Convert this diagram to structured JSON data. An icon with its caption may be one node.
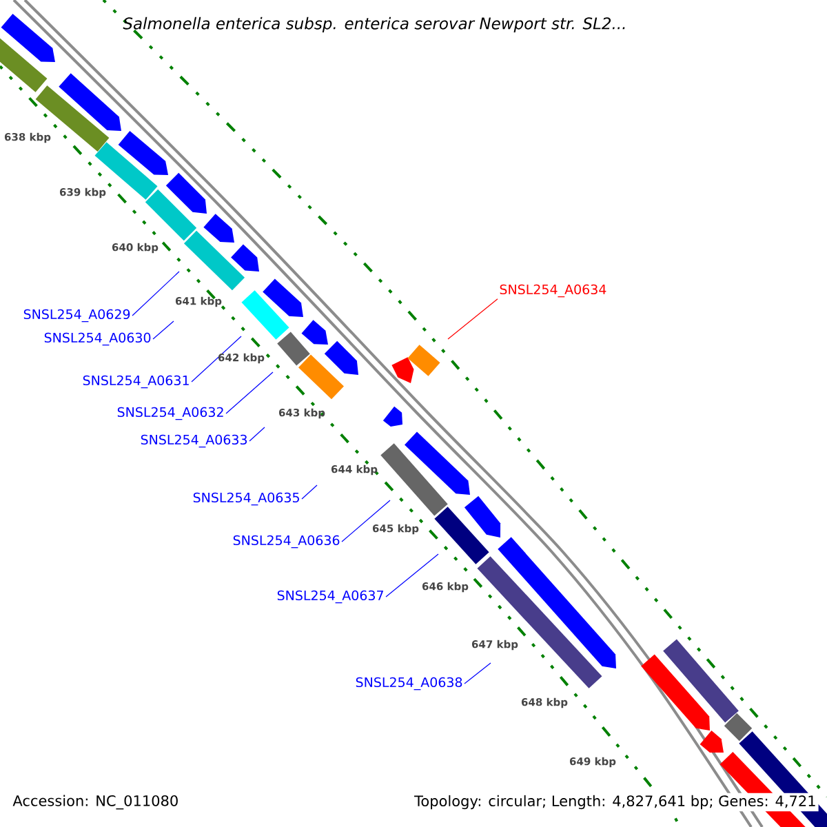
{
  "diagram": {
    "title": "Salmonella enterica subsp. enterica serovar Newport str. SL2...",
    "nodes": [
      {
        "text": [
          "SNSL254_A0629"
        ]
      },
      {
        "text": [
          "SNSL254_A0630"
        ]
      },
      {
        "text": [
          "SNSL254_A0631"
        ]
      },
      {
        "text": [
          "SNSL254_A0632"
        ]
      },
      {
        "text": [
          "SNSL254_A0633"
        ]
      },
      {
        "text": [
          "SNSL254_A0634"
        ]
      },
      {
        "text": [
          "SNSL254_A0635"
        ]
      },
      {
        "text": [
          "SNSL254_A0636"
        ]
      },
      {
        "text": [
          "SNSL254_A0637"
        ]
      },
      {
        "text": [
          "SNSL254_A0638"
        ]
      }
    ],
    "edges": [
      {
        "from": 0,
        "to": null,
        "arrow": "none"
      },
      {
        "from": 1,
        "to": null,
        "arrow": "none"
      },
      {
        "from": 2,
        "to": null,
        "arrow": "none"
      },
      {
        "from": 3,
        "to": null,
        "arrow": "none"
      },
      {
        "from": 4,
        "to": null,
        "arrow": "none"
      },
      {
        "from": 5,
        "to": null,
        "arrow": "none",
        "color": "#ff0000"
      },
      {
        "from": 6,
        "to": null,
        "arrow": "none"
      },
      {
        "from": 7,
        "to": null,
        "arrow": "none"
      },
      {
        "from": 8,
        "to": null,
        "arrow": "none"
      },
      {
        "from": 9,
        "to": null,
        "arrow": "none"
      }
    ],
    "labels": [
      "638 kbp",
      "639 kbp",
      "640 kbp",
      "641 kbp",
      "642 kbp",
      "643 kbp",
      "644 kbp",
      "645 kbp",
      "646 kbp",
      "647 kbp",
      "648 kbp",
      "649 kbp",
      "Accession: NC_011080",
      "Topology: circular; Length: 4,827,641 bp; Genes: 4,721"
    ]
  }
}
